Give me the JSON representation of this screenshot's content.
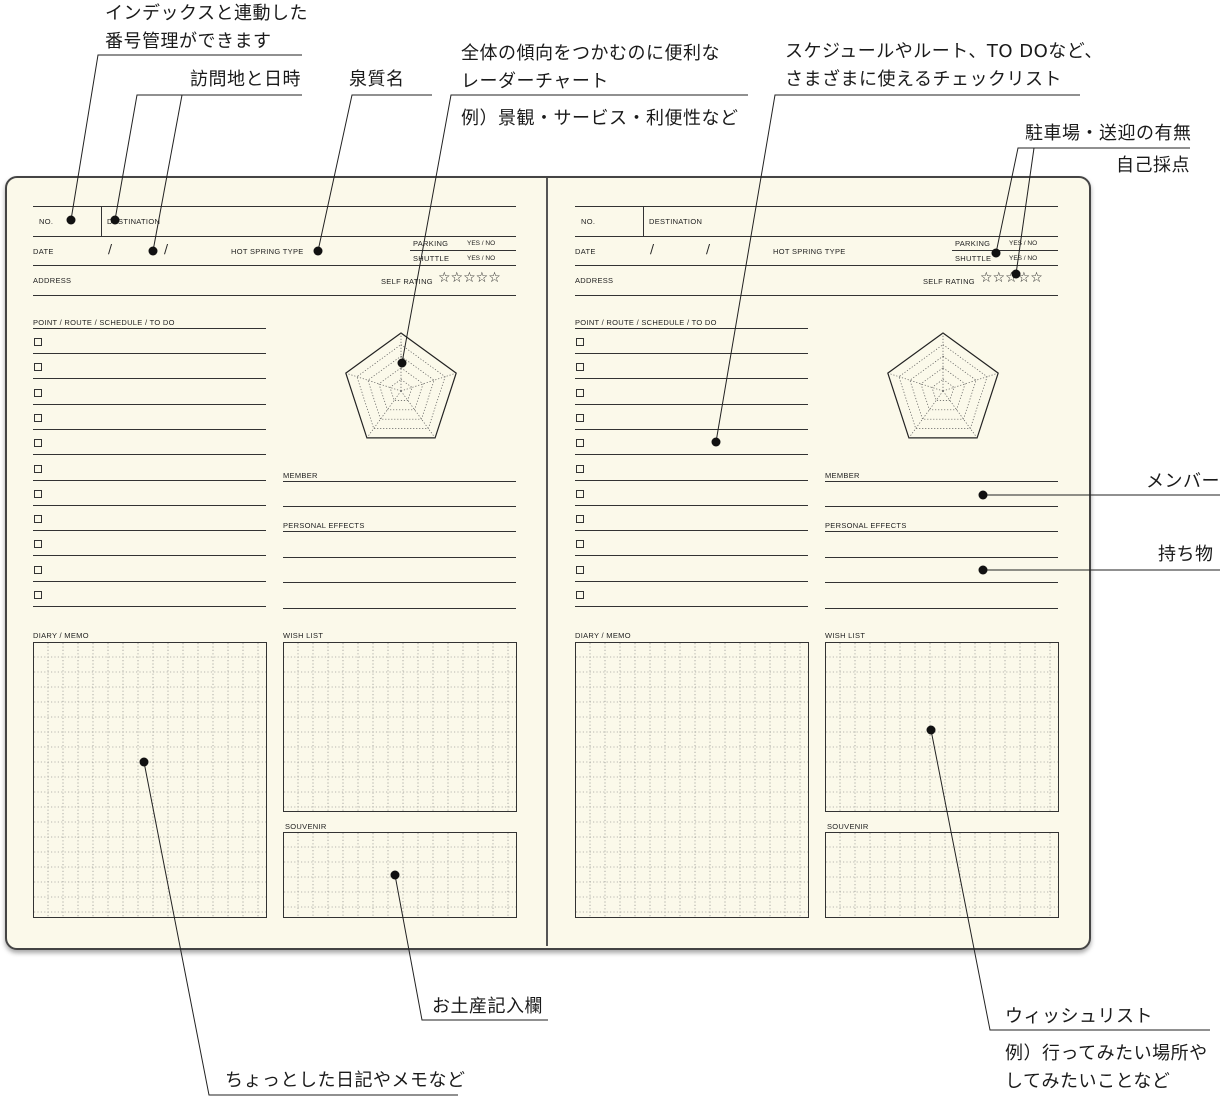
{
  "callouts": {
    "index_link": [
      "インデックスと連動した",
      "番号管理ができます"
    ],
    "visit_place": "訪問地と日時",
    "spring_quality": "泉質名",
    "radar": [
      "全体の傾向をつかむのに便利な",
      "レーダーチャート"
    ],
    "radar_example": "例）景観・サービス・利便性など",
    "checklist": [
      "スケジュールやルート、TO DOなど、",
      "さまざまに使えるチェックリスト"
    ],
    "parking_shuttle": "駐車場・送迎の有無",
    "self_rating": "自己採点",
    "member": "メンバー",
    "belongings": "持ち物",
    "souvenir": "お土産記入欄",
    "diary": "ちょっとした日記やメモなど",
    "wishlist": "ウィッシュリスト",
    "wishlist_example": [
      "例）行ってみたい場所や",
      "してみたいことなど"
    ]
  },
  "page": {
    "no": "NO.",
    "destination": "DESTINATION",
    "date": "DATE",
    "date_sep": "/",
    "hot_spring_type": "HOT SPRING TYPE",
    "parking": "PARKING",
    "shuttle": "SHUTTLE",
    "yes_no": "YES / NO",
    "address": "ADDRESS",
    "self_rating": "SELF RATING",
    "stars": "☆☆☆☆☆",
    "point_route": "POINT / ROUTE / SCHEDULE / TO DO",
    "member": "MEMBER",
    "personal_effects": "PERSONAL EFFECTS",
    "diary_memo": "DIARY / MEMO",
    "wish_list": "WISH LIST",
    "souvenir": "SOUVENIR"
  }
}
